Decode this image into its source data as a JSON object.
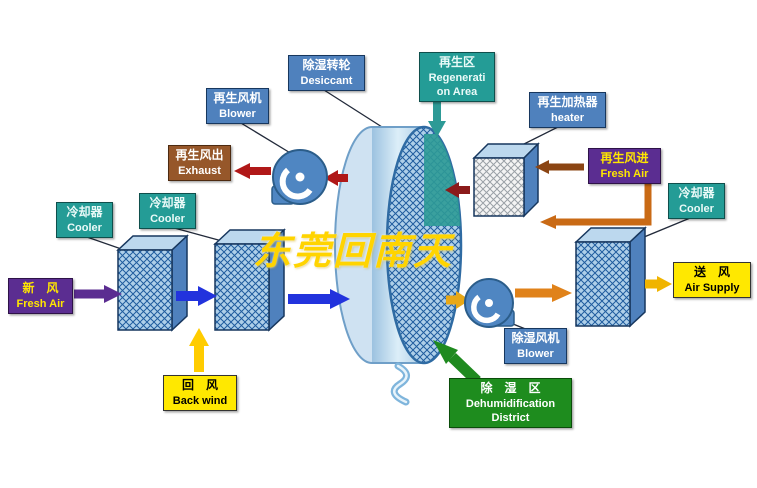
{
  "watermark": {
    "text": "东莞回南天"
  },
  "labels": {
    "desiccant": {
      "zh": "除湿转轮",
      "en": "Desiccant"
    },
    "regeneration_area": {
      "zh": "再生区",
      "en_line1": "Regenerati",
      "en_line2": "on Area"
    },
    "regen_blower": {
      "zh": "再生风机",
      "en": "Blower"
    },
    "regen_heater": {
      "zh": "再生加热器",
      "en": "heater"
    },
    "exhaust": {
      "zh": "再生风出",
      "en": "Exhaust"
    },
    "regen_fresh_air": {
      "zh": "再生风进",
      "en": "Fresh Air"
    },
    "cooler_left_outer": {
      "zh": "冷却器",
      "en": "Cooler"
    },
    "cooler_left_inner": {
      "zh": "冷却器",
      "en": "Cooler"
    },
    "cooler_right": {
      "zh": "冷却器",
      "en": "Cooler"
    },
    "fresh_air_inlet": {
      "zh": "新　风",
      "en": "Fresh Air"
    },
    "back_wind": {
      "zh": "回　风",
      "en": "Back wind"
    },
    "air_supply": {
      "zh": "送　风",
      "en": "Air Supply"
    },
    "dehumid_blower": {
      "zh": "除湿风机",
      "en": "Blower"
    },
    "dehumid_district": {
      "zh": "除　湿　区",
      "en_line1": "Dehumidification",
      "en_line2": "District"
    }
  },
  "colors": {
    "label_blue": "#4f81bd",
    "label_teal": "#249c96",
    "label_purple": "#5b2d91",
    "label_yellow": "#ffe800",
    "label_brown": "#96572a",
    "label_green": "#1e8c1e",
    "arrow_blue": "#2233dd",
    "arrow_purple": "#5b2d91",
    "arrow_yellow": "#ffcc00",
    "arrow_orange": "#e0821a",
    "arrow_red": "#b01818",
    "arrow_dark_red": "#8b1a1a",
    "arrow_brown": "#8b4513",
    "arrow_teal": "#2d9a96",
    "arrow_green": "#1f8a1f",
    "watermark_yellow": "#ffd400"
  }
}
